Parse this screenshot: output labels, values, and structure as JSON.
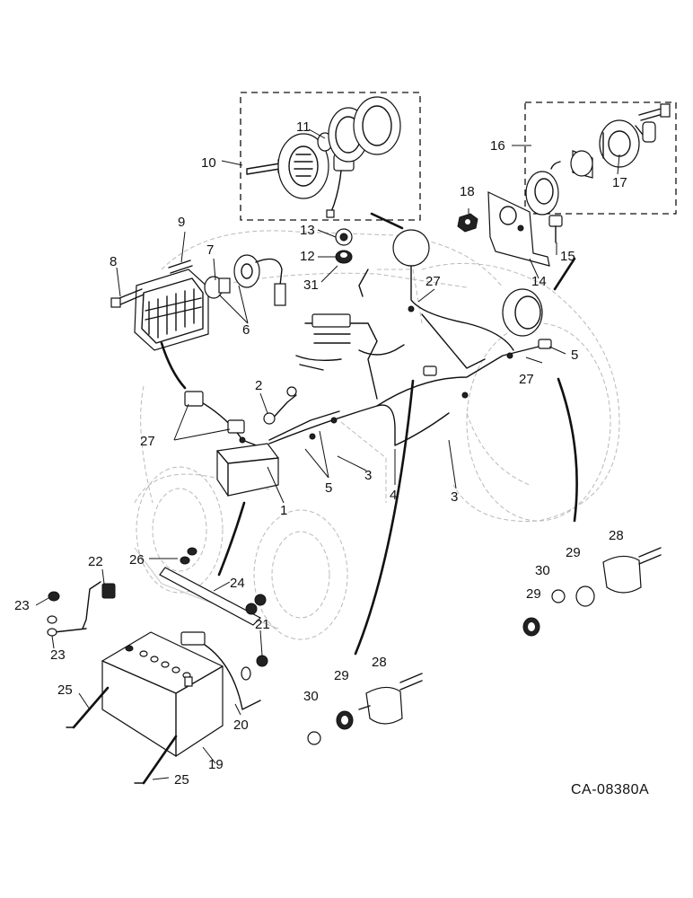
{
  "drawing_number": "CA-08380A",
  "part_labels": [
    {
      "text": "1"
    },
    {
      "text": "2"
    },
    {
      "text": "3"
    },
    {
      "text": "3"
    },
    {
      "text": "4"
    },
    {
      "text": "5"
    },
    {
      "text": "5"
    },
    {
      "text": "6"
    },
    {
      "text": "7"
    },
    {
      "text": "8"
    },
    {
      "text": "9"
    },
    {
      "text": "10"
    },
    {
      "text": "11"
    },
    {
      "text": "12"
    },
    {
      "text": "13"
    },
    {
      "text": "14"
    },
    {
      "text": "15"
    },
    {
      "text": "16"
    },
    {
      "text": "17"
    },
    {
      "text": "18"
    },
    {
      "text": "19"
    },
    {
      "text": "20"
    },
    {
      "text": "21"
    },
    {
      "text": "22"
    },
    {
      "text": "23"
    },
    {
      "text": "23"
    },
    {
      "text": "24"
    },
    {
      "text": "25"
    },
    {
      "text": "25"
    },
    {
      "text": "26"
    },
    {
      "text": "27"
    },
    {
      "text": "27"
    },
    {
      "text": "27"
    },
    {
      "text": "28"
    },
    {
      "text": "28"
    },
    {
      "text": "29"
    },
    {
      "text": "29"
    },
    {
      "text": "29"
    },
    {
      "text": "30"
    },
    {
      "text": "30"
    },
    {
      "text": "31"
    }
  ]
}
